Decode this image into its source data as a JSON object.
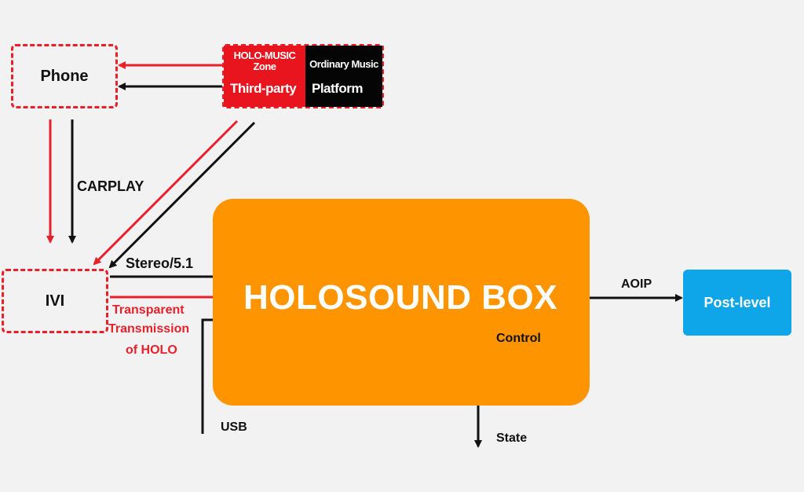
{
  "nodes": {
    "phone": "Phone",
    "ivi": "IVI",
    "holosound": "HOLOSOUND BOX",
    "post_level": "Post-level",
    "platform": {
      "holo_zone": "HOLO-MUSIC Zone",
      "ordinary": "Ordinary Music",
      "third_party": "Third-party",
      "platform": "Platform"
    }
  },
  "edges": {
    "carplay": "CARPLAY",
    "stereo": "Stereo/5.1",
    "transparent_1": "Transparent",
    "transparent_2": "Transmission",
    "transparent_3": "of HOLO",
    "usb": "USB",
    "aoip": "AOIP",
    "control": "Control",
    "state": "State"
  },
  "colors": {
    "red": "#e8202a",
    "black": "#111111",
    "orange": "#fe9500",
    "blue": "#0ea5e9",
    "background": "#f2f2f2"
  }
}
